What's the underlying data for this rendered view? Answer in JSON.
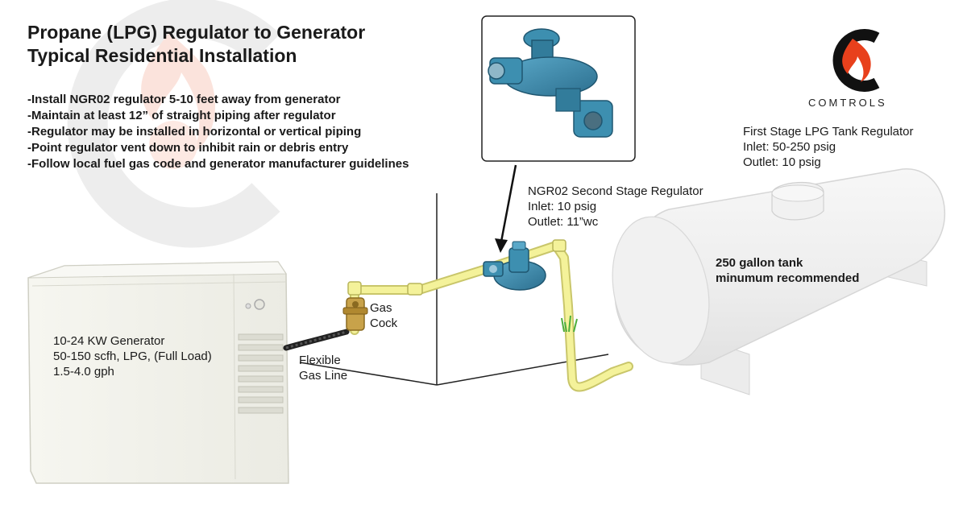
{
  "title": {
    "line1": "Propane (LPG) Regulator to Generator",
    "line2": "Typical Residential Installation"
  },
  "instructions": [
    "-Install NGR02 regulator 5-10 feet away from generator",
    "-Maintain at least 12” of straight piping after regulator",
    "-Regulator may be installed in horizontal or vertical piping",
    "-Point regulator vent down to inhibit rain or debris entry",
    "-Follow local fuel gas code and generator manufacturer guidelines"
  ],
  "logo": {
    "word": "COMTROLS",
    "colors": {
      "dark": "#111111",
      "flame": "#e8401c"
    }
  },
  "regulator_label": {
    "name": "NGR02 Second Stage Regulator",
    "inlet": "Inlet: 10 psig",
    "outlet": "Outlet: 11”wc"
  },
  "tank_regulator_label": {
    "name": "First Stage LPG Tank Regulator",
    "inlet": "Inlet: 50-250 psig",
    "outlet": "Outlet: 10 psig"
  },
  "tank_label": {
    "line1": "250 gallon tank",
    "line2": "minumum recommended"
  },
  "generator_label": {
    "line1": "10-24 KW Generator",
    "line2": "50-150 scfh, LPG, (Full Load)",
    "line3": "1.5-4.0 gph"
  },
  "gas_cock_label": {
    "line1": "Gas",
    "line2": "Cock"
  },
  "flex_line_label": {
    "line1": "Flexible",
    "line2": "Gas Line"
  },
  "colors": {
    "pipe": "#f4f29a",
    "pipe_edge": "#c9c66a",
    "regulator": "#3d8fb0",
    "equipment": "#f4f4ef",
    "watermark_flame": "#fbe3dc",
    "watermark_ring": "#ececec"
  }
}
